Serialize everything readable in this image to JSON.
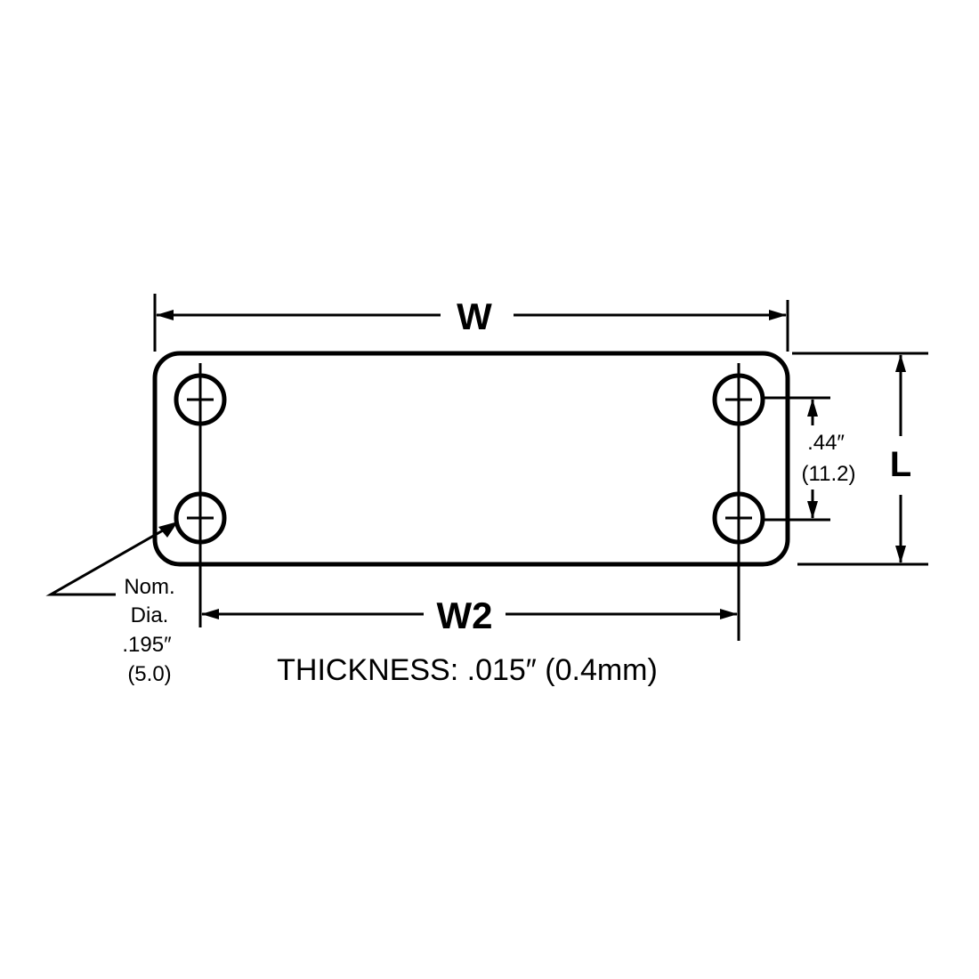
{
  "drawing": {
    "width_label": "W",
    "hole_spacing_label": "W2",
    "length_label": "L",
    "vertical_spacing": {
      "inches": ".44″",
      "mm": "(11.2)"
    },
    "hole_note": {
      "line1": "Nom.",
      "line2": "Dia.",
      "line3": ".195″",
      "line4": "(5.0)"
    },
    "thickness_note": "THICKNESS: .015″ (0.4mm)"
  },
  "colors": {
    "ink": "#000000",
    "paper": "#ffffff"
  }
}
